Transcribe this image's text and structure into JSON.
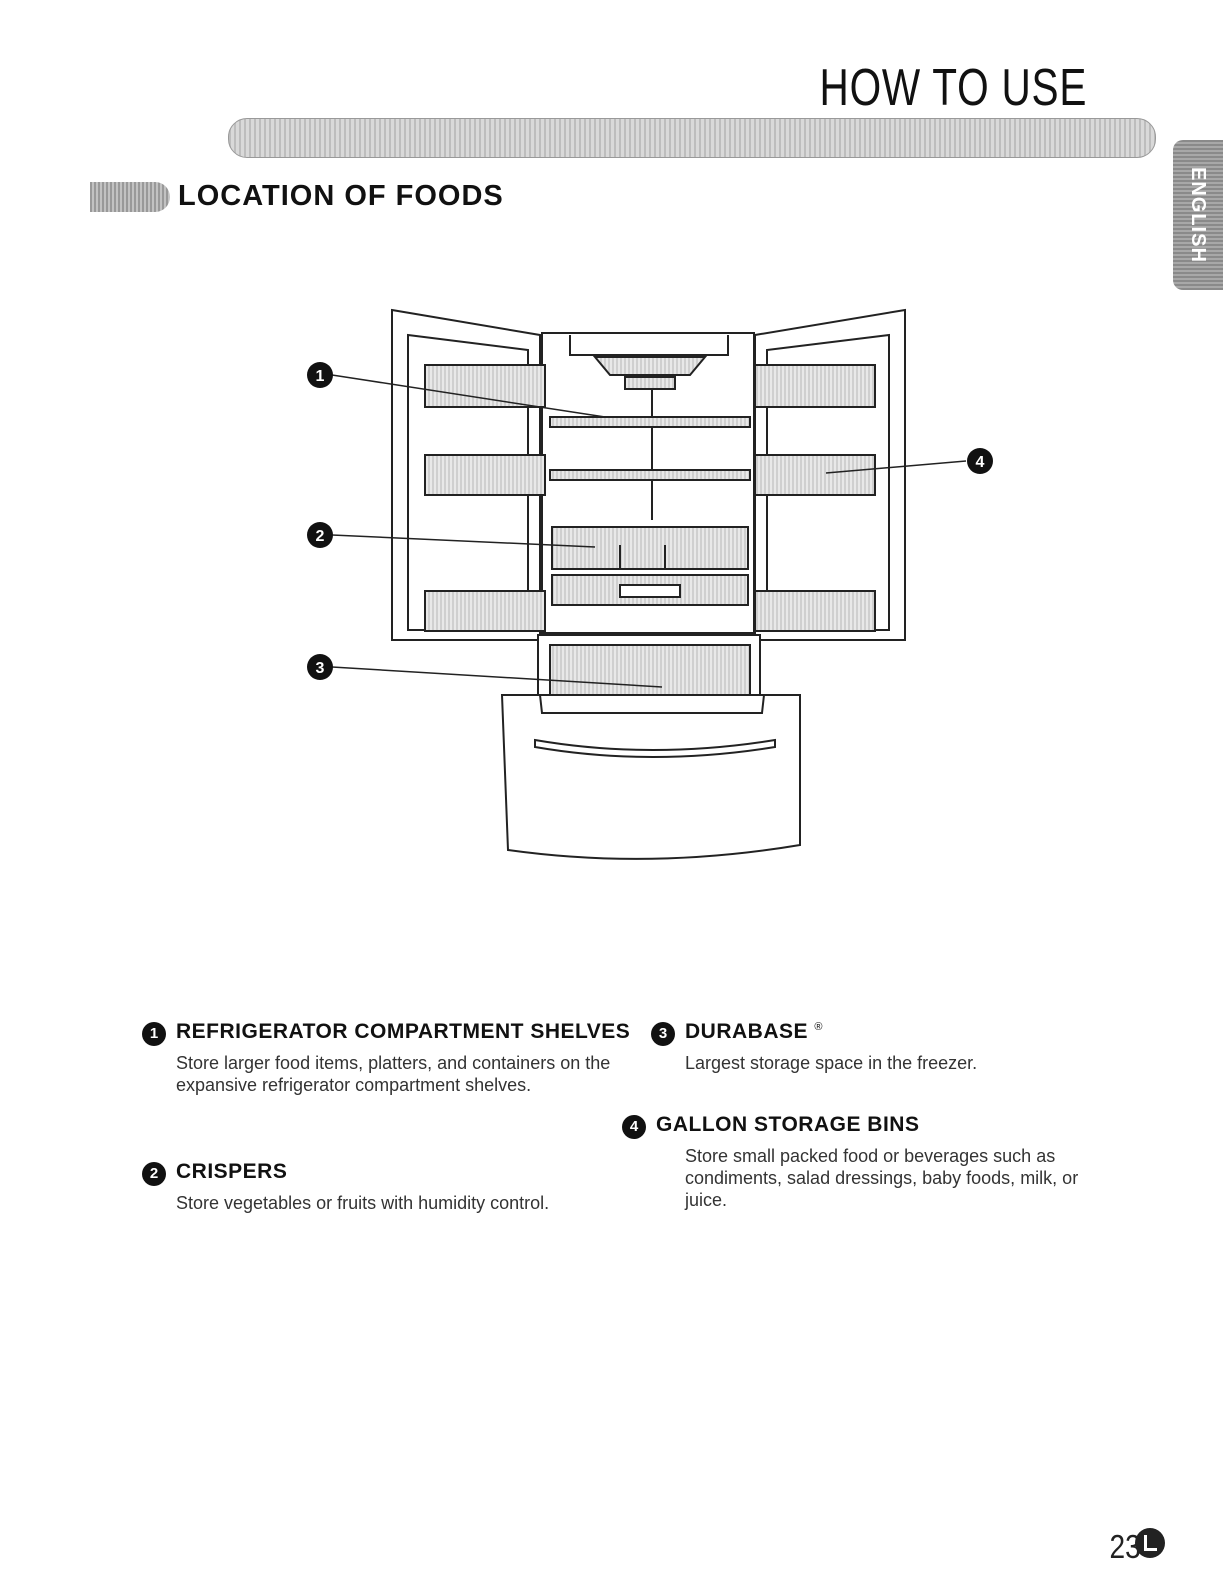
{
  "header": {
    "title": "HOW TO USE"
  },
  "side_tab": {
    "label": "ENGLISH"
  },
  "section": {
    "title": "LOCATION OF FOODS"
  },
  "diagram": {
    "callouts": [
      "1",
      "2",
      "3",
      "4"
    ]
  },
  "items": [
    {
      "number": "1",
      "title": "REFRIGERATOR COMPARTMENT SHELVES",
      "description": "Store larger food items, platters, and containers on the expansive refrigerator compartment shelves."
    },
    {
      "number": "2",
      "title": "CRISPERS",
      "description": "Store vegetables or fruits with humidity control."
    },
    {
      "number": "3",
      "title": "DURABASE",
      "title_mark": "®",
      "description": "Largest storage space in the freezer."
    },
    {
      "number": "4",
      "title": "GALLON STORAGE BINS",
      "description": "Store small packed food or beverages such as condiments, salad dressings, baby foods, milk, or juice."
    }
  ],
  "footer": {
    "page_number": "23"
  }
}
